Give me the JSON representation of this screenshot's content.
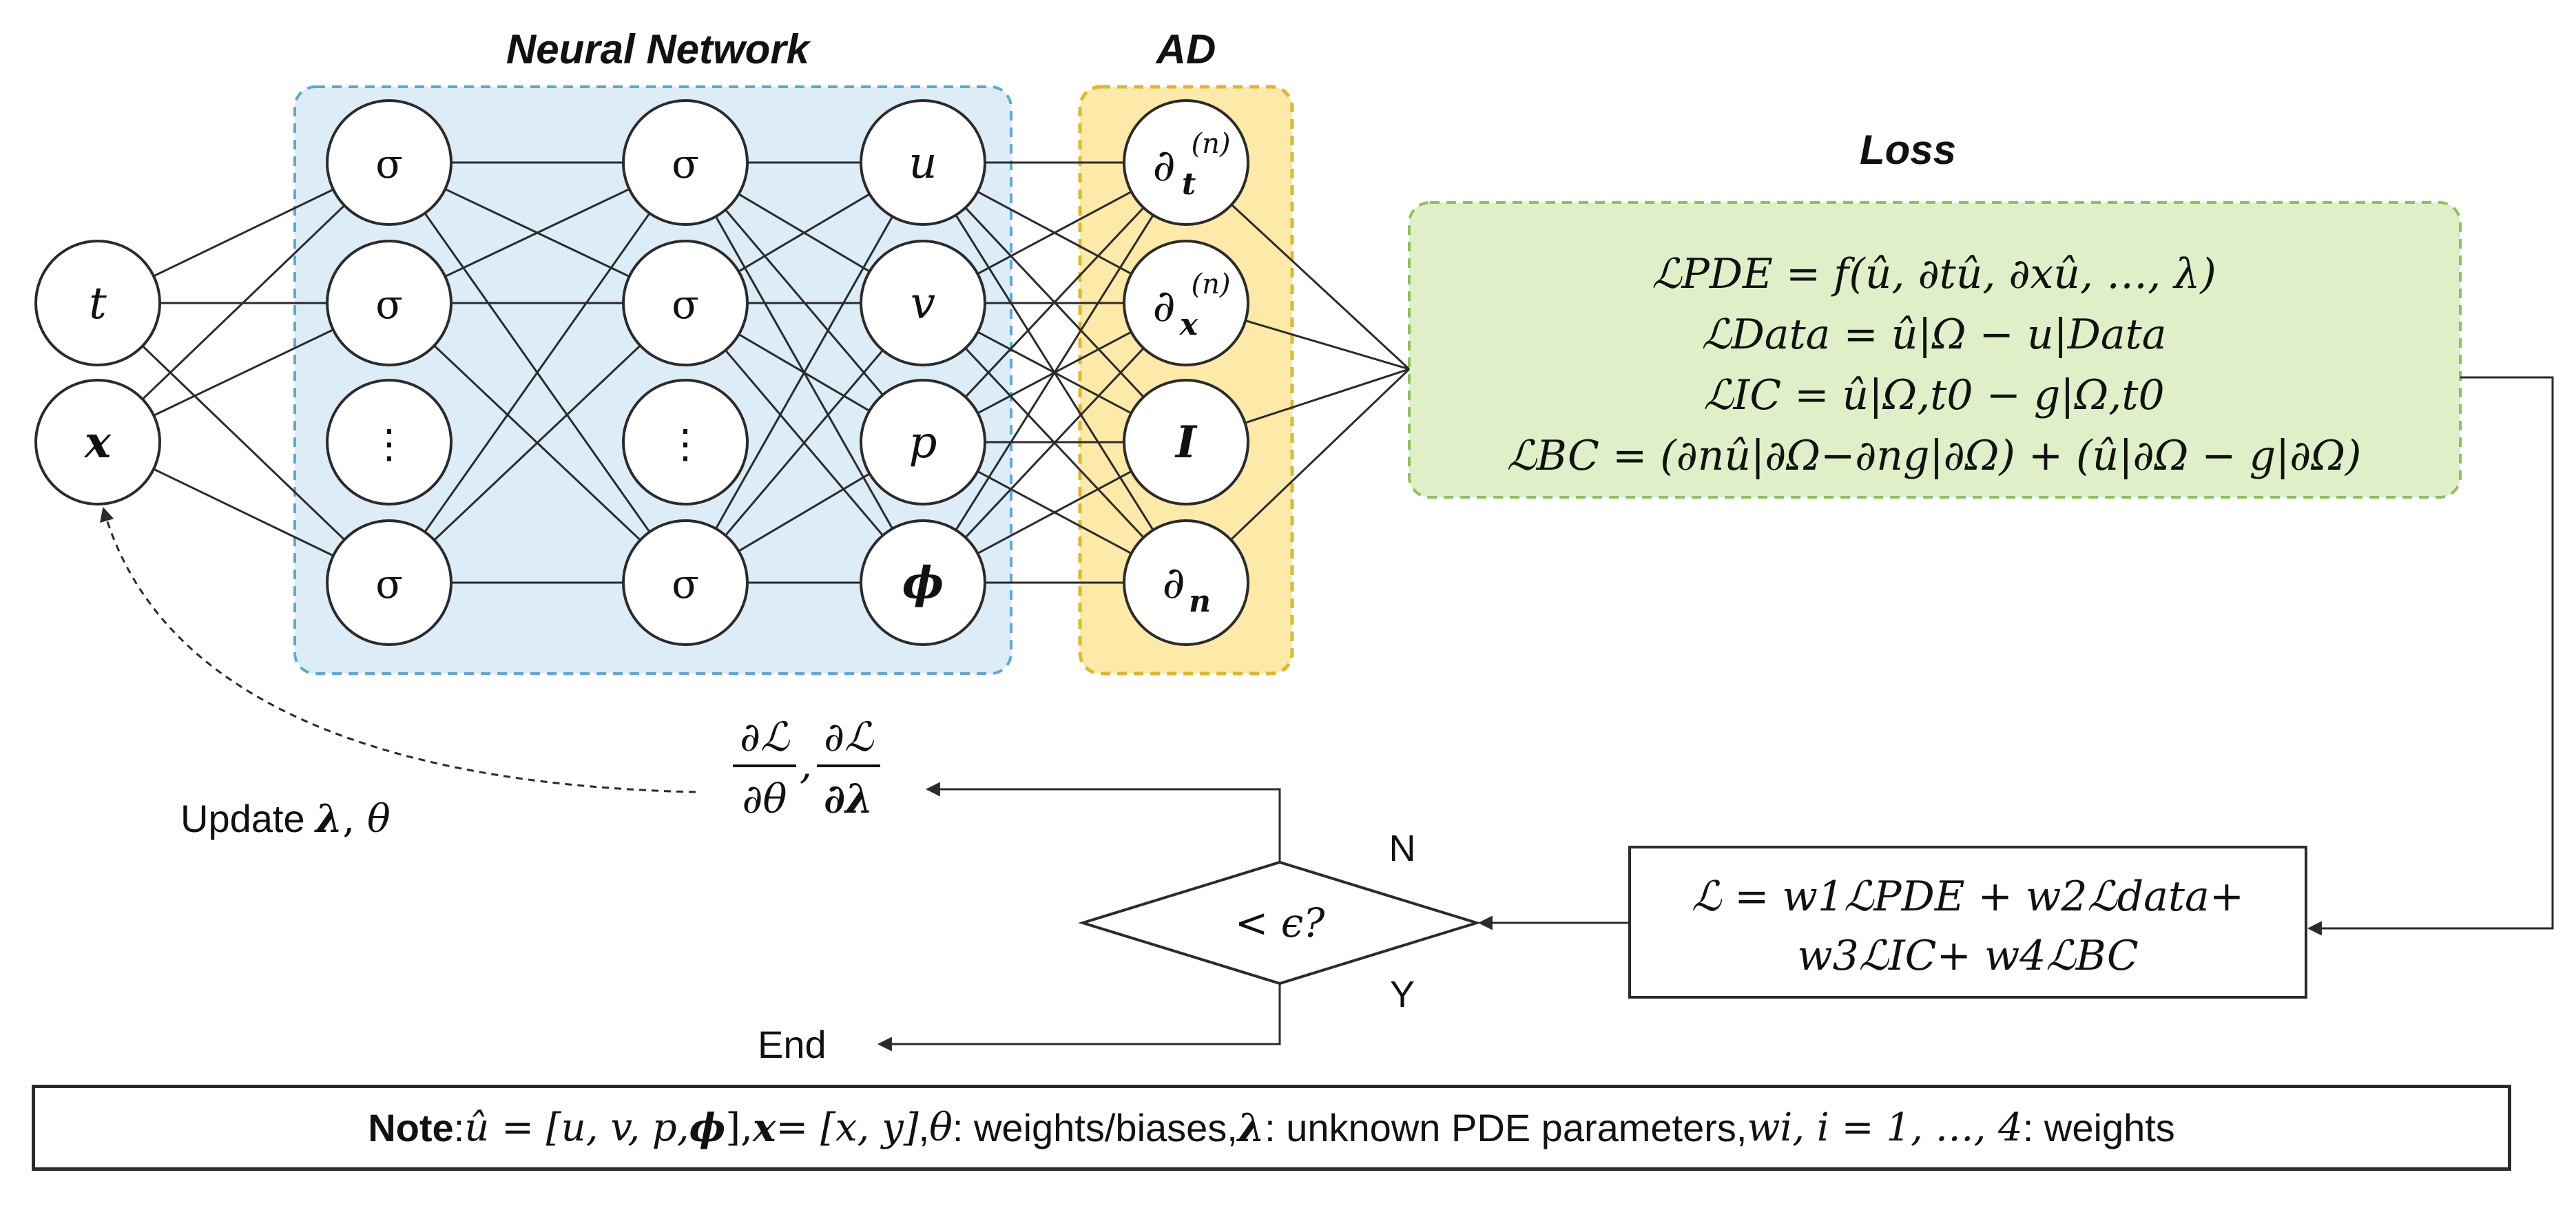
{
  "titles": {
    "nn": "Neural Network",
    "ad": "AD",
    "loss": "Loss"
  },
  "inputs": {
    "t": "t",
    "x": "x"
  },
  "hidden": {
    "sigma": "σ",
    "dots": "⋮"
  },
  "outputs": {
    "u": "u",
    "v": "v",
    "p": "p",
    "phi": "ϕ"
  },
  "ad_nodes": {
    "dt": "∂",
    "dt_sub": "t",
    "dt_sup": "(n)",
    "dx": "∂",
    "dx_sub": "x",
    "dx_sup": "(n)",
    "I": "I",
    "dn": "∂",
    "dn_sub": "n"
  },
  "loss_eqs": [
    "ℒPDE = f(û, ∂tû, ∂xû, …, λ)",
    "ℒData = û|Ω − u|Data",
    "ℒIC = û|Ω,t0 − g|Ω,t0",
    "ℒBC = (∂nû|∂Ω−∂ng|∂Ω) + (û|∂Ω − g|∂Ω)"
  ],
  "total_loss": {
    "line1": "ℒ = w1ℒPDE + w2ℒdata+",
    "line2": "w3ℒIC+ w4ℒBC"
  },
  "decision": {
    "label": "< ϵ?",
    "no": "N",
    "yes": "Y"
  },
  "gradients": {
    "num": "∂ℒ",
    "den1": "∂θ",
    "den2": "∂λ",
    "sep": ","
  },
  "update_label": {
    "text": "Update ",
    "lam": "λ",
    "sep": ", ",
    "theta": "θ"
  },
  "end_label": "End",
  "note": {
    "bold": "Note",
    "t1": ": ",
    "m1": "û = [u, v, p, ",
    "m1b": "ϕ",
    "m1c": "], ",
    "m2": "x",
    "m2b": " = [x, y]",
    "t2": ", ",
    "m3": "θ",
    "t3": ": weights/biases, ",
    "m4": "λ",
    "t4": ": unknown PDE parameters, ",
    "m5": "wi, i = 1, …, 4",
    "t5": ": weights"
  },
  "colors": {
    "nn_fill": "#dcedf8",
    "nn_border": "#5ea8d8",
    "ad_fill": "#fde9a8",
    "ad_border": "#e0b72b",
    "loss_fill": "#dff0c8",
    "loss_border": "#8cc25a",
    "line": "#2b2b2b"
  }
}
